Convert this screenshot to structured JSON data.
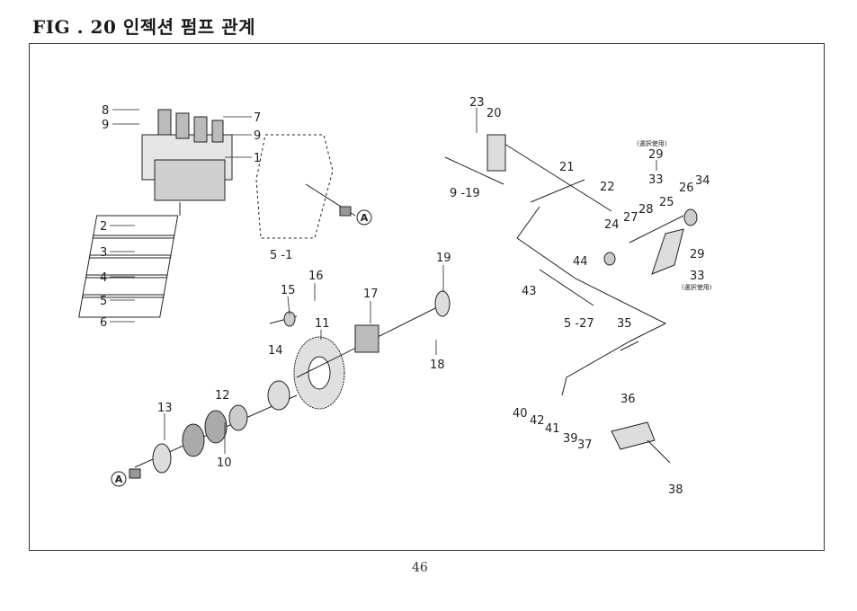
{
  "header": {
    "title": "FIG . 20  인젝션 펌프 관계"
  },
  "footer": {
    "page_number": "46"
  },
  "diagram": {
    "section_marker": "A",
    "option_note": "(選択使用)",
    "callouts": [
      "8",
      "9",
      "7",
      "9",
      "1",
      "2",
      "3",
      "4",
      "5",
      "6",
      "5 -1",
      "15",
      "16",
      "17",
      "11",
      "14",
      "12",
      "13",
      "10",
      "19",
      "18",
      "23",
      "20",
      "21",
      "9 -19",
      "22",
      "24",
      "27",
      "28",
      "25",
      "26",
      "34",
      "29",
      "33",
      "29",
      "33",
      "44",
      "43",
      "5 -27",
      "35",
      "40",
      "42",
      "41",
      "39",
      "37",
      "36",
      "38"
    ]
  }
}
